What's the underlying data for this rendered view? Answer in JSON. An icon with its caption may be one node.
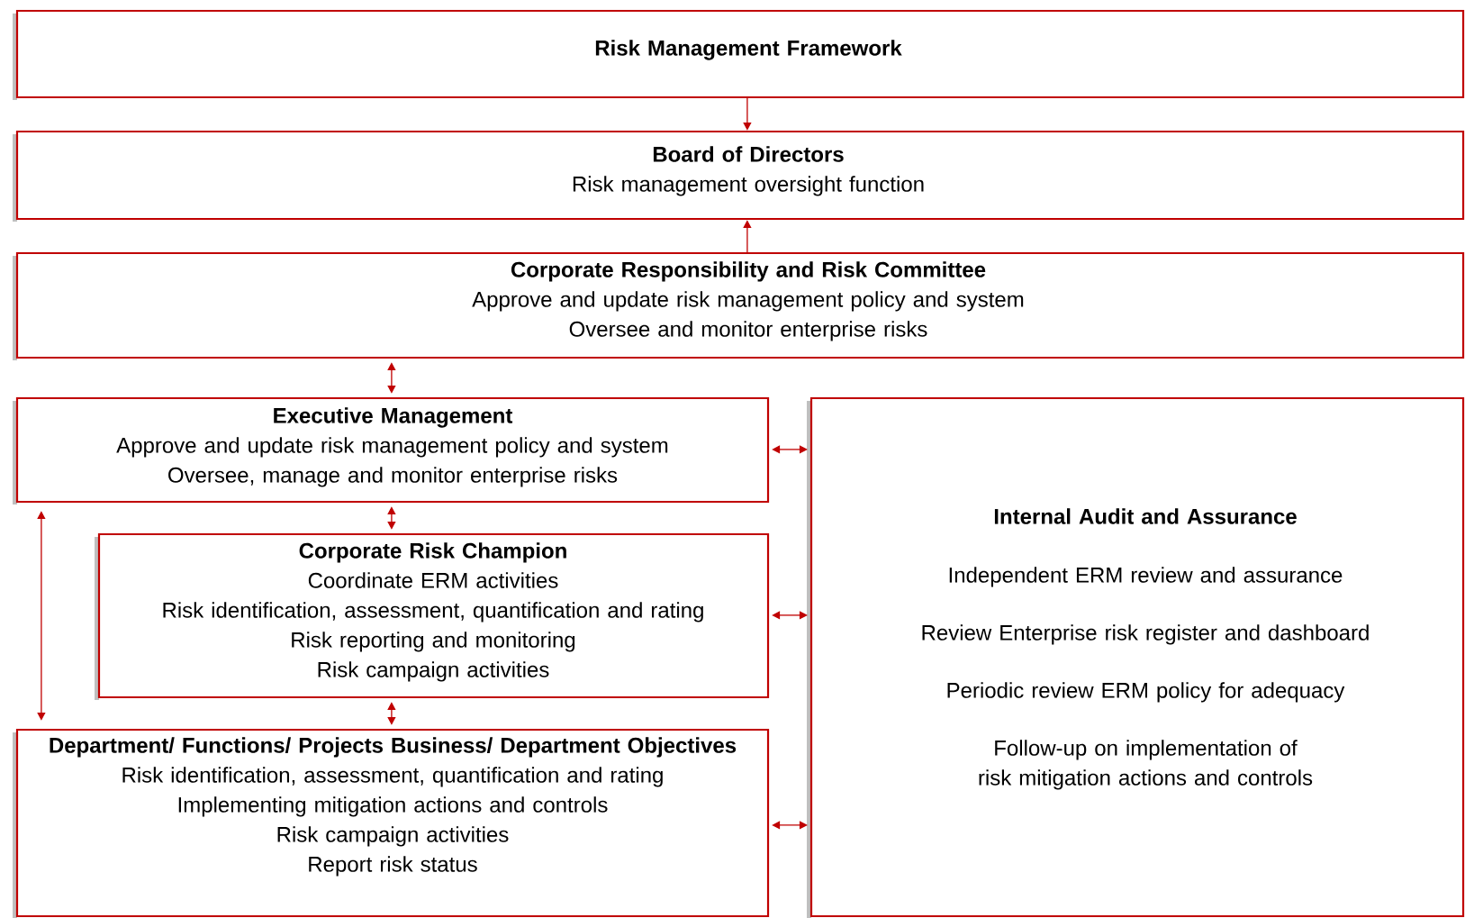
{
  "diagram": {
    "nodes": [
      {
        "text": [
          "Risk Management Framework"
        ]
      },
      {
        "text": [
          "Board of Directors",
          "Risk management oversight function"
        ]
      },
      {
        "text": [
          "Corporate Responsibility and Risk Committee",
          "Approve and update risk management policy and system",
          "Oversee and monitor enterprise risks"
        ]
      },
      {
        "text": [
          "Executive Management",
          "Approve and update risk management policy and system",
          "Oversee, manage and monitor enterprise risks"
        ]
      },
      {
        "text": [
          "Corporate Risk Champion",
          "Coordinate ERM activities",
          "Risk identification, assessment, quantification and rating",
          "Risk reporting and monitoring",
          "Risk campaign activities"
        ]
      },
      {
        "text": [
          "Department/ Functions/ Projects Business/ Department Objectives",
          "Risk identification, assessment, quantification and rating",
          "Implementing mitigation actions and controls",
          "Risk campaign activities",
          "Report risk status"
        ]
      },
      {
        "text": [
          "Internal Audit and Assurance",
          "Independent ERM review and assurance",
          "Review Enterprise risk register and dashboard",
          "Periodic review ERM policy for adequacy",
          "Follow-up on implementation of risk mitigation actions and controls"
        ]
      }
    ],
    "edges": [
      {
        "from": 0,
        "to": 1,
        "arrow": "to"
      },
      {
        "from": 2,
        "to": 1,
        "arrow": "to"
      },
      {
        "from": 2,
        "to": 3,
        "arrow": "both"
      },
      {
        "from": 3,
        "to": 4,
        "arrow": "both"
      },
      {
        "from": 4,
        "to": 5,
        "arrow": "both"
      },
      {
        "from": 3,
        "to": 5,
        "arrow": "both"
      },
      {
        "from": 3,
        "to": 6,
        "arrow": "both"
      },
      {
        "from": 4,
        "to": 6,
        "arrow": "both"
      },
      {
        "from": 5,
        "to": 6,
        "arrow": "both"
      }
    ]
  }
}
